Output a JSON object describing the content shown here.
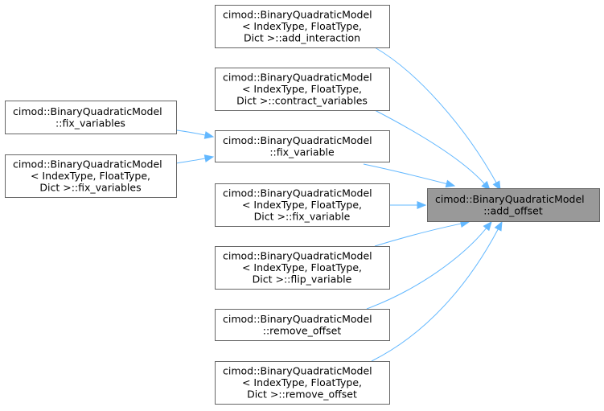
{
  "diagram": {
    "focus": {
      "id": "add_offset",
      "lines": [
        "cimod::BinaryQuadraticModel",
        "::add_offset"
      ]
    },
    "callers": [
      {
        "id": "add_interaction",
        "lines": [
          "cimod::BinaryQuadraticModel",
          "< IndexType, FloatType,",
          "Dict >::add_interaction"
        ]
      },
      {
        "id": "contract_variables",
        "lines": [
          "cimod::BinaryQuadraticModel",
          "< IndexType, FloatType,",
          "Dict >::contract_variables"
        ]
      },
      {
        "id": "fix_variable_short",
        "lines": [
          "cimod::BinaryQuadraticModel",
          "::fix_variable"
        ]
      },
      {
        "id": "fix_variable_full",
        "lines": [
          "cimod::BinaryQuadraticModel",
          "< IndexType, FloatType,",
          "Dict >::fix_variable"
        ]
      },
      {
        "id": "flip_variable",
        "lines": [
          "cimod::BinaryQuadraticModel",
          "< IndexType, FloatType,",
          "Dict >::flip_variable"
        ]
      },
      {
        "id": "remove_offset_short",
        "lines": [
          "cimod::BinaryQuadraticModel",
          "::remove_offset"
        ]
      },
      {
        "id": "remove_offset_full",
        "lines": [
          "cimod::BinaryQuadraticModel",
          "< IndexType, FloatType,",
          "Dict >::remove_offset"
        ]
      }
    ],
    "second_level_callers": [
      {
        "id": "fix_variables_short",
        "lines": [
          "cimod::BinaryQuadraticModel",
          "::fix_variables"
        ]
      },
      {
        "id": "fix_variables_full",
        "lines": [
          "cimod::BinaryQuadraticModel",
          "< IndexType, FloatType,",
          "Dict >::fix_variables"
        ]
      }
    ],
    "edges": [
      {
        "from": "add_interaction",
        "to": "add_offset"
      },
      {
        "from": "contract_variables",
        "to": "add_offset"
      },
      {
        "from": "fix_variable_short",
        "to": "add_offset"
      },
      {
        "from": "fix_variable_full",
        "to": "add_offset"
      },
      {
        "from": "flip_variable",
        "to": "add_offset"
      },
      {
        "from": "remove_offset_short",
        "to": "add_offset"
      },
      {
        "from": "remove_offset_full",
        "to": "add_offset"
      },
      {
        "from": "fix_variables_short",
        "to": "fix_variable_short"
      },
      {
        "from": "fix_variables_full",
        "to": "fix_variable_short"
      }
    ],
    "colors": {
      "edge": "#63b8ff",
      "focus_fill": "#999999",
      "node_border": "#666666"
    }
  }
}
